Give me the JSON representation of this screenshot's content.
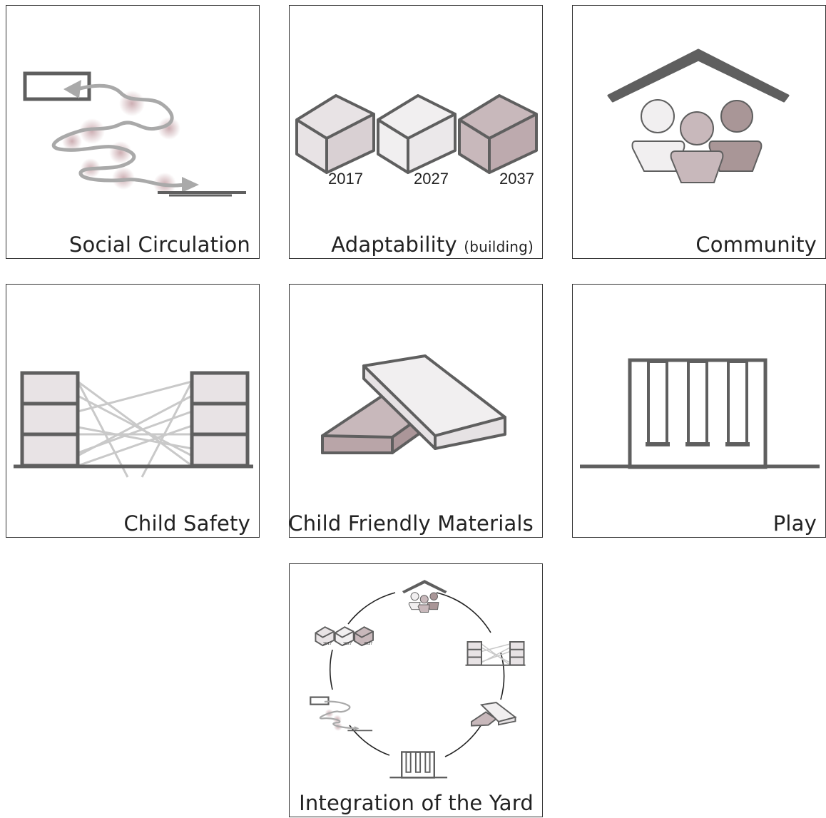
{
  "panels": {
    "social_circulation": {
      "label": "Social Circulation"
    },
    "adaptability": {
      "label": "Adaptability",
      "label_small": "(building)",
      "years": [
        "2017",
        "2027",
        "2037"
      ]
    },
    "community": {
      "label": "Community"
    },
    "child_safety": {
      "label": "Child Safety"
    },
    "child_friendly_materials": {
      "label": "Child Friendly Materials"
    },
    "play": {
      "label": "Play"
    },
    "integration": {
      "label": "Integration of the Yard",
      "years": [
        "2017",
        "2027",
        "2037"
      ]
    }
  },
  "colors": {
    "stroke": "#5f5f5f",
    "light_fill": "#e8e3e5",
    "pale_fill": "#f1eff0",
    "mauve_fill": "#c8b8bb",
    "dark_mauve_fill": "#a99697",
    "path_gray": "#a9a9a9",
    "glow": "#c9a9ae"
  }
}
